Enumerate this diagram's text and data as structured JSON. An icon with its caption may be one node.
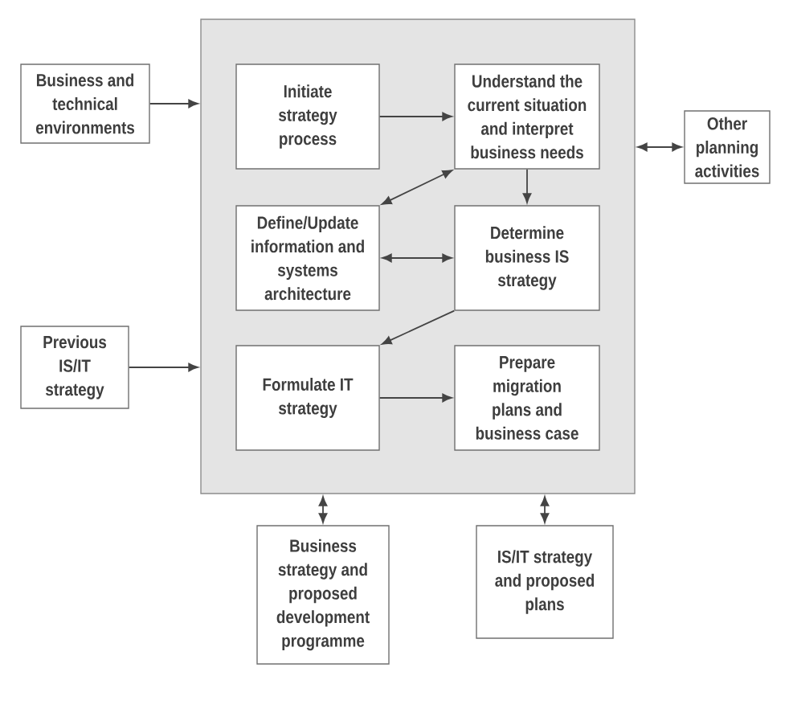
{
  "diagram": {
    "nodes": [
      {
        "text": [],
        "shape": "box"
      },
      {
        "text": [
          "Business and technical environments"
        ]
      },
      {
        "text": [
          "Initiate strategy process"
        ],
        "in": 0
      },
      {
        "text": [
          "Understand the current situation and interpret business needs"
        ],
        "in": 0
      },
      {
        "text": [
          "Other planning activities"
        ]
      },
      {
        "text": [
          "Define/Update information and systems architecture"
        ],
        "in": 0
      },
      {
        "text": [
          "Determine business IS strategy"
        ],
        "in": 0
      },
      {
        "text": [
          "Previous IS/IT strategy"
        ]
      },
      {
        "text": [
          "Formulate IT strategy"
        ],
        "in": 0
      },
      {
        "text": [
          "Prepare migration plans and business case"
        ],
        "in": 0
      },
      {
        "text": [
          "Business strategy and proposed development programme"
        ]
      },
      {
        "text": [
          "IS/IT strategy and proposed plans"
        ]
      }
    ],
    "edges": [
      {
        "from": 1,
        "to": 0,
        "arrow": "to"
      },
      {
        "from": 2,
        "to": 3,
        "arrow": "to"
      },
      {
        "from": 0,
        "to": 4,
        "arrow": "both"
      },
      {
        "from": 3,
        "to": 5,
        "arrow": "both"
      },
      {
        "from": 3,
        "to": 6,
        "arrow": "to"
      },
      {
        "from": 5,
        "to": 6,
        "arrow": "both"
      },
      {
        "from": 6,
        "to": 8,
        "arrow": "to"
      },
      {
        "from": 7,
        "to": 0,
        "arrow": "to"
      },
      {
        "from": 8,
        "to": 9,
        "arrow": "to"
      },
      {
        "from": 0,
        "to": 10,
        "arrow": "both"
      },
      {
        "from": 0,
        "to": 11,
        "arrow": "both"
      }
    ]
  }
}
